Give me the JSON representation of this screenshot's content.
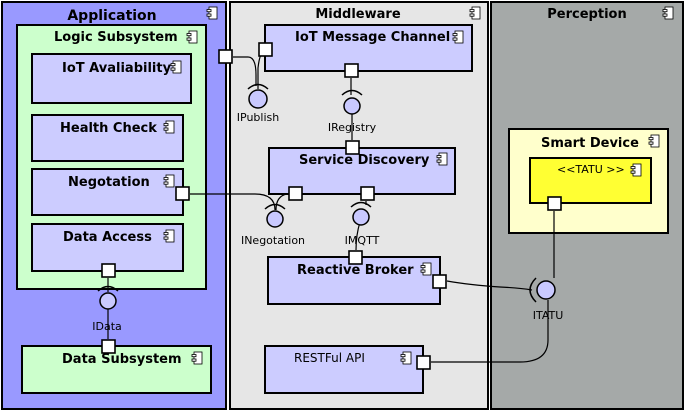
{
  "colors": {
    "application": "#9999ff",
    "middleware": "#e6e6e6",
    "perception": "#a5a9a8",
    "subsystem": "#ccffcc",
    "component": "#ccccff",
    "device": "#ffffcc",
    "tatu": "#ffff33"
  },
  "layers": {
    "application": "Application",
    "middleware": "Middleware",
    "perception": "Perception"
  },
  "subsystems": {
    "logic": "Logic Subsystem",
    "data": "Data Subsystem",
    "smart_device": "Smart Device"
  },
  "components": {
    "iot_availability": "IoT Avaliability",
    "health_check": "Health Check",
    "negotiation": "Negotation",
    "data_access": "Data Access",
    "iot_message_channel": "IoT Message Channel",
    "service_discovery": "Service Discovery",
    "reactive_broker": "Reactive Broker",
    "restful_api": "RESTFul API",
    "tatu": "<<TATU >>"
  },
  "interfaces": {
    "ipublish": "IPublish",
    "iregistry": "IRegistry",
    "inegotiation": "INegotation",
    "imqtt": "IMQTT",
    "idata": "IData",
    "itatu": "ITATU"
  }
}
